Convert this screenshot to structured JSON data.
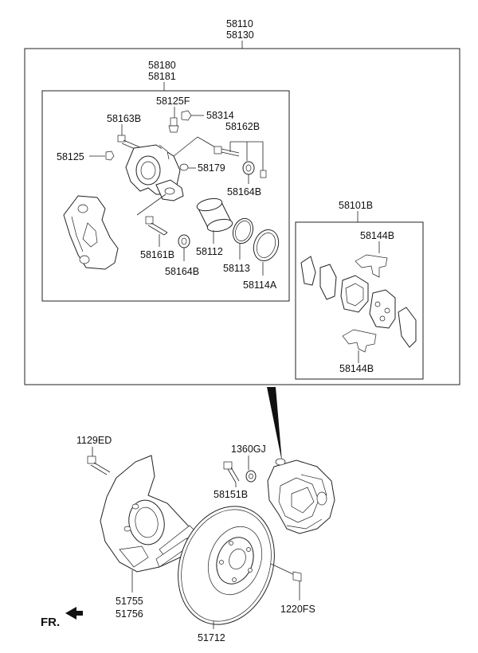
{
  "labels": {
    "assembly_1": "58110",
    "assembly_2": "58130",
    "caliper_1": "58180",
    "caliper_2": "58181",
    "bleeder": "58125F",
    "cap": "58314",
    "guide_bolt_top": "58163B",
    "pin_bolts": "58162B",
    "bleeder_screw": "58125",
    "seal_clip": "58179",
    "boot_top": "58164B",
    "piston": "58112",
    "piston_seal": "58113",
    "piston_boot": "58114A",
    "guide_bolt_bottom": "58161B",
    "boot_bottom": "58164B",
    "pad_kit": "58101B",
    "shim_top": "58144B",
    "shim_bottom": "58144B",
    "hub_bolt": "1129ED",
    "caliper_nut": "1360GJ",
    "caliper_bolt": "58151B",
    "dust_cover_1": "51755",
    "dust_cover_2": "51756",
    "screw": "1220FS",
    "disc": "51712",
    "front": "FR."
  }
}
